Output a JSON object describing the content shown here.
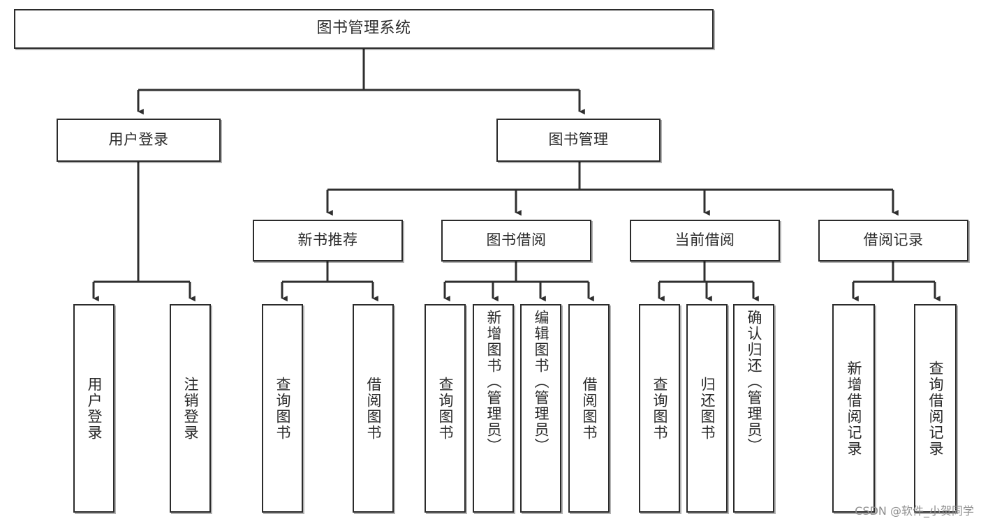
{
  "diagram": {
    "type": "tree",
    "title": "图书管理系统",
    "watermark": "CSDN @软件_小贺同学",
    "colors": {
      "box_border": "#2b2b2b",
      "box_fill": "#ffffff",
      "connector": "#3a3a3a",
      "text": "#2b2b2b",
      "watermark": "#8e8e8e"
    },
    "levels": {
      "root": "图书管理系统",
      "level2": [
        "用户登录",
        "图书管理"
      ],
      "level3": [
        "新书推荐",
        "图书借阅",
        "当前借阅",
        "借阅记录"
      ]
    },
    "nodes": {
      "root": {
        "label": "图书管理系统"
      },
      "user_login": {
        "label": "用户登录"
      },
      "book_mgmt": {
        "label": "图书管理"
      },
      "new_book_rec": {
        "label": "新书推荐"
      },
      "book_borrow": {
        "label": "图书借阅"
      },
      "current_borrow": {
        "label": "当前借阅"
      },
      "borrow_record": {
        "label": "借阅记录"
      }
    },
    "leaves": {
      "user_login": [
        {
          "label": "用户登录"
        },
        {
          "label": "注销登录"
        }
      ],
      "new_book_rec": [
        {
          "label": "查询图书"
        },
        {
          "label": "借阅图书"
        }
      ],
      "book_borrow": [
        {
          "label": "查询图书"
        },
        {
          "label": "新增图书（管理员）"
        },
        {
          "label": "编辑图书（管理员）"
        },
        {
          "label": "借阅图书"
        }
      ],
      "current_borrow": [
        {
          "label": "查询图书"
        },
        {
          "label": "归还图书"
        },
        {
          "label": "确认归还（管理员）"
        }
      ],
      "borrow_record": [
        {
          "label": "新增借阅记录"
        },
        {
          "label": "查询借阅记录"
        }
      ]
    }
  }
}
